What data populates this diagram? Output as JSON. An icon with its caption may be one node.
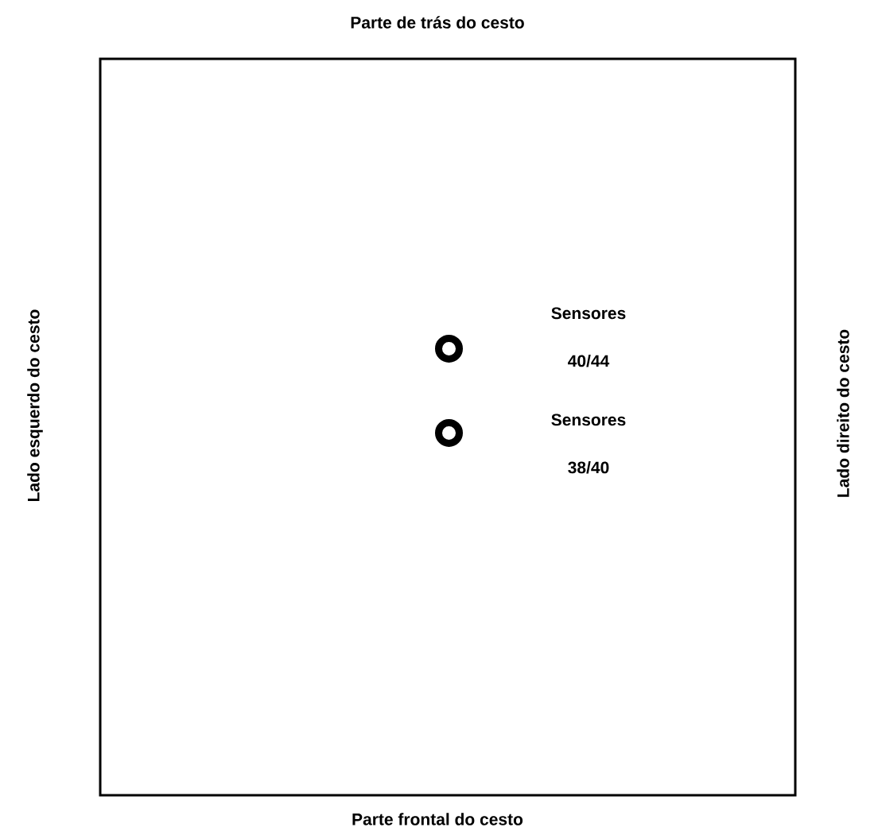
{
  "diagram": {
    "nodes": [
      {
        "text": [],
        "shape": "box"
      },
      {
        "text": [],
        "shape": "circle",
        "in": 0
      },
      {
        "text": [],
        "shape": "circle",
        "in": 0
      }
    ],
    "labels": [
      "Parte de trás do cesto",
      "Lado esquerdo do cesto",
      "Sensores 40/44",
      "Sensores 38/40",
      "Lado direito do cesto",
      "Parte frontal do cesto"
    ]
  }
}
